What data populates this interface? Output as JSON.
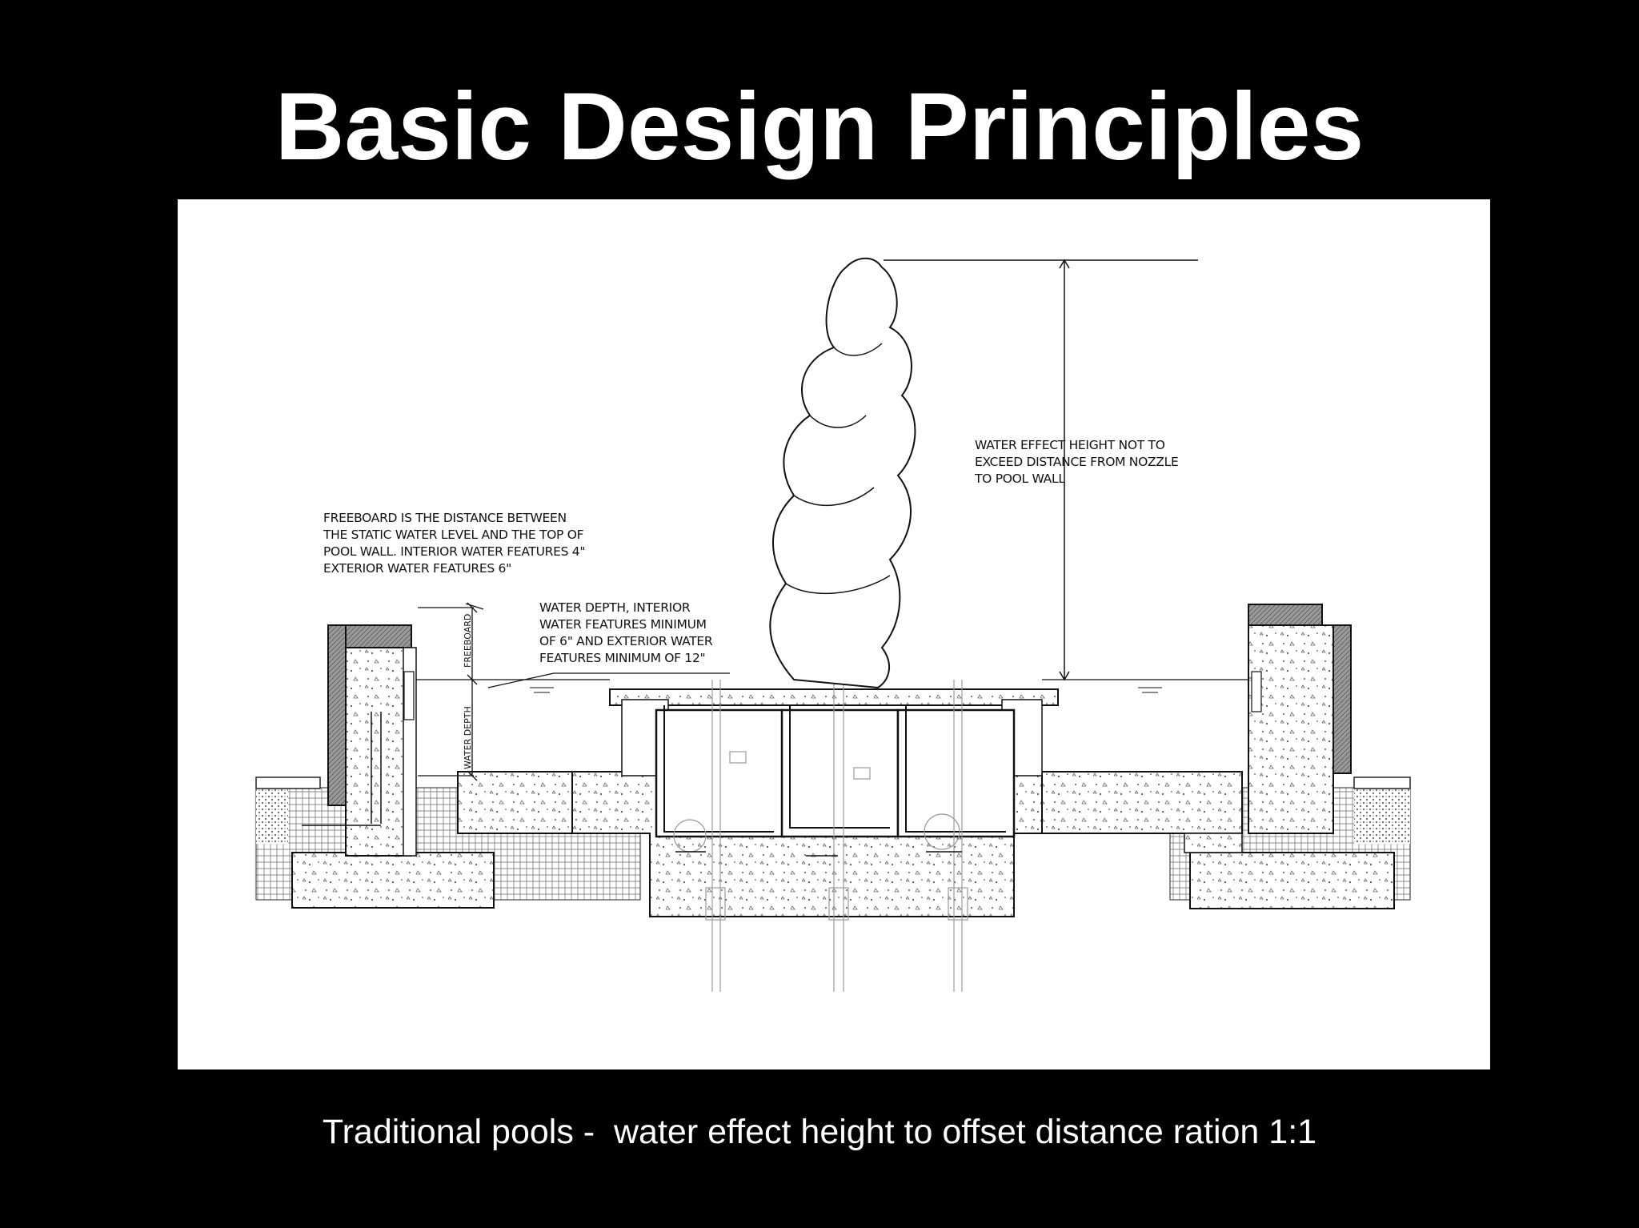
{
  "slide": {
    "title": "Basic Design Principles",
    "caption": "Traditional pools -  water effect height to offset distance ration 1:1"
  },
  "diagram": {
    "notes": {
      "freeboard": [
        "FREEBOARD IS THE DISTANCE BETWEEN",
        "THE STATIC WATER LEVEL AND THE TOP OF",
        "POOL WALL. INTERIOR WATER FEATURES 4\"",
        "EXTERIOR WATER FEATURES 6\""
      ],
      "water_depth": [
        "WATER DEPTH, INTERIOR",
        "WATER FEATURES MINIMUM",
        "OF 6\" AND EXTERIOR WATER",
        "FEATURES MINIMUM OF 12\""
      ],
      "effect_height": [
        "WATER EFFECT HEIGHT NOT TO",
        "EXCEED DISTANCE FROM NOZZLE",
        "TO POOL WALL"
      ]
    },
    "dimension_labels": {
      "freeboard": "FREEBOARD",
      "water_depth": "WATER DEPTH"
    }
  },
  "colors": {
    "background": "#000000",
    "panel": "#ffffff",
    "line": "#111111",
    "text": "#ffffff"
  }
}
